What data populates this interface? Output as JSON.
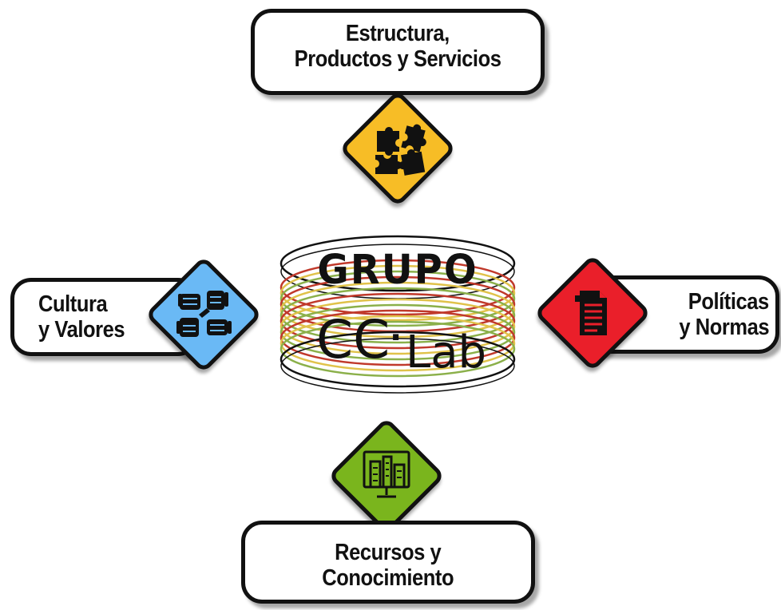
{
  "center": {
    "title": "GRUPO",
    "logo_main": "CC",
    "logo_dot": "·",
    "logo_sub": "Lab",
    "ring_colors": [
      "#c0392b",
      "#e0c24a",
      "#8bb04a",
      "#c0392b",
      "#e0c24a",
      "#8bb04a"
    ]
  },
  "nodes": {
    "top": {
      "line1": "Estructura,",
      "line2": "Productos y Servicios",
      "color": "#f7bd26",
      "icon": "puzzle-icon"
    },
    "left": {
      "line1": "Cultura",
      "line2": "y Valores",
      "color": "#6ab9f5",
      "icon": "handshake-icon"
    },
    "right": {
      "line1": "Políticas",
      "line2": "y Normas",
      "color": "#ea1f2a",
      "icon": "document-icon"
    },
    "bottom": {
      "line1": "Recursos y",
      "line2": "Conocimiento",
      "color": "#7ab51d",
      "icon": "building-monitor-icon"
    }
  }
}
